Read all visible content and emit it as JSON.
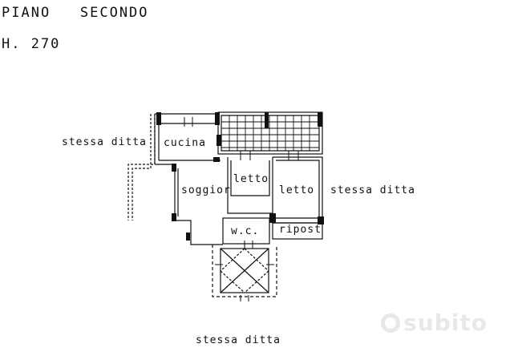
{
  "header": {
    "floor": "PIANO   SECONDO",
    "height": "H. 270"
  },
  "rooms": {
    "cucina": "cucina",
    "soggiorno": "soggior",
    "letto_small": "letto",
    "letto_large": "letto",
    "wc": "w.c.",
    "ripostiglio": "ripost"
  },
  "neighbors": {
    "left": "stessa ditta",
    "right": "stessa ditta",
    "bottom": "stessa ditta"
  },
  "watermark": {
    "brand": "subito"
  }
}
